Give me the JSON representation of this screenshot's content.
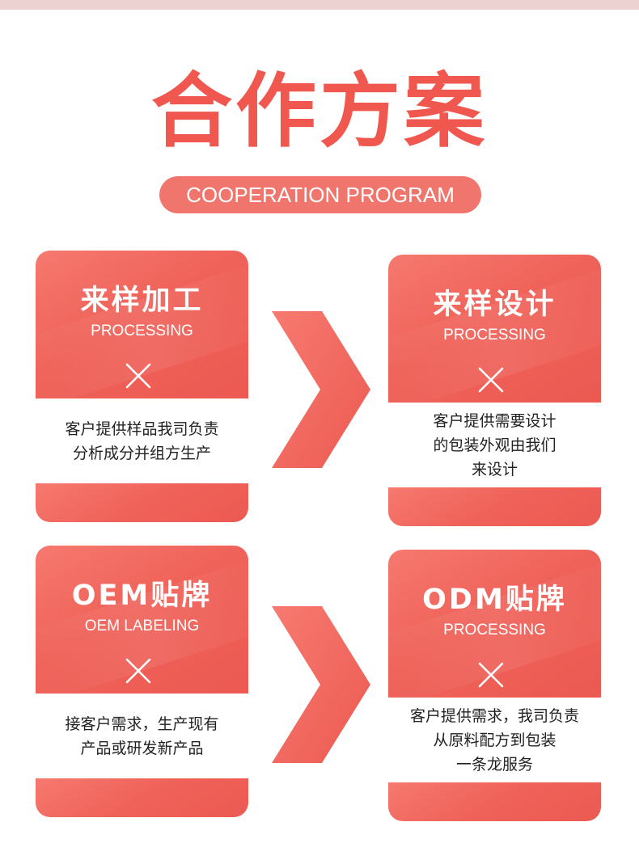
{
  "header": {
    "title": "合作方案",
    "subtitle": "COOPERATION PROGRAM"
  },
  "cards": [
    {
      "title": "来样加工",
      "subtitle": "PROCESSING",
      "lines": [
        "客户提供样品我司负责",
        "分析成分并组方生产"
      ]
    },
    {
      "title": "来样设计",
      "subtitle": "PROCESSING",
      "lines": [
        "客户提供需要设计",
        "的包装外观由我们",
        "来设计"
      ]
    },
    {
      "title": "OEM贴牌",
      "subtitle": "OEM LABELING",
      "lines": [
        "接客户需求，生产现有",
        "产品或研发新产品"
      ]
    },
    {
      "title": "ODM贴牌",
      "subtitle": "PROCESSING",
      "lines": [
        "客户提供需求，我司负责",
        "从原料配方到包装",
        "一条龙服务"
      ]
    }
  ],
  "colors": {
    "accent": "#f0584f",
    "pill": "#f0766d",
    "card": "#ef6259",
    "strip": "#ecd2d0"
  },
  "icons": {
    "card_mark": "close-icon",
    "flow": "chevron-right-icon"
  }
}
